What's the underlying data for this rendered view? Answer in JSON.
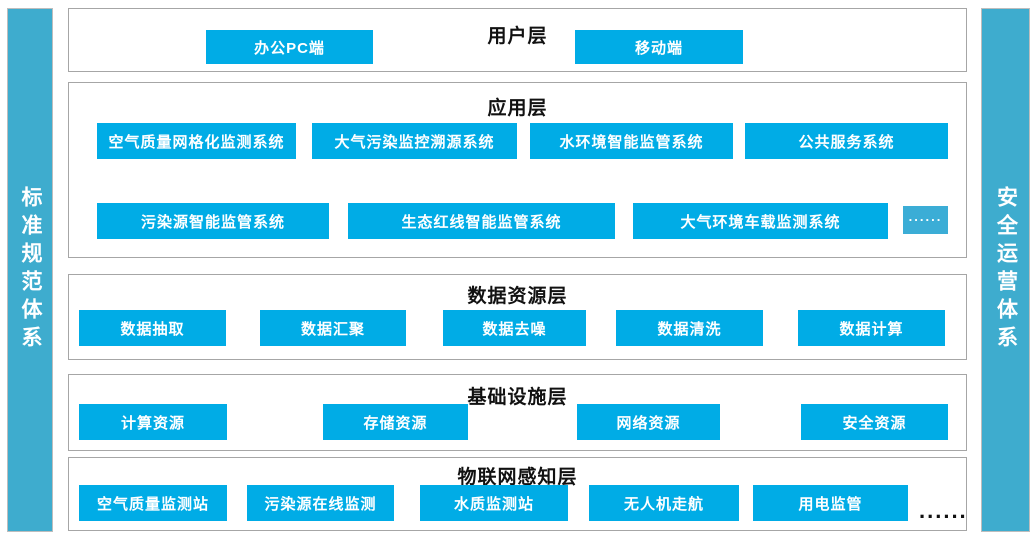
{
  "colors": {
    "box_blue": "#00ACE6",
    "pillar_blue": "#3EACCE",
    "container_border": "#A6A6A6",
    "box_text_white": "#FFFFFF",
    "title_black": "#111111"
  },
  "pillars": {
    "left": "标准规范体系",
    "right": "安全运营体系"
  },
  "layers": {
    "user": {
      "title": "用户层",
      "boxes": {
        "office_pc": "办公PC端",
        "mobile": "移动端"
      }
    },
    "application": {
      "title": "应用层",
      "boxes": {
        "air_grid_monitor": "空气质量网格化监测系统",
        "pollution_trace": "大气污染监控溯源系统",
        "water_env_supervision": "水环境智能监管系统",
        "public_service": "公共服务系统",
        "pollution_source_supervision": "污染源智能监管系统",
        "eco_redline_supervision": "生态红线智能监管系统",
        "vehicle_monitor": "大气环境车载监测系统",
        "more": "......"
      }
    },
    "data_resource": {
      "title": "数据资源层",
      "boxes": {
        "extract": "数据抽取",
        "aggregate": "数据汇聚",
        "denoise": "数据去噪",
        "clean": "数据清洗",
        "compute": "数据计算"
      }
    },
    "infrastructure": {
      "title": "基础设施层",
      "boxes": {
        "compute_res": "计算资源",
        "storage_res": "存储资源",
        "network_res": "网络资源",
        "security_res": "安全资源"
      }
    },
    "iot_perception": {
      "title": "物联网感知层",
      "boxes": {
        "air_station": "空气质量监测站",
        "pollution_online": "污染源在线监测",
        "water_station": "水质监测站",
        "drone_cruise": "无人机走航",
        "power_monitor": "用电监管"
      },
      "more": "......"
    }
  }
}
